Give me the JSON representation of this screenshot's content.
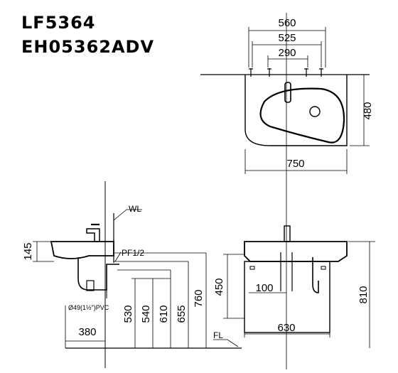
{
  "models": [
    "LF5364",
    "EH05362ADV"
  ],
  "top_view": {
    "widths": [
      "560",
      "525",
      "290"
    ],
    "depth": "480",
    "overall": "750"
  },
  "side_view": {
    "basin_thickness": "145",
    "wall_label": "WL",
    "trap_label": "PF1/2",
    "pipe_label": "Ø49(1½\")PVC",
    "depth": "380",
    "heights": [
      "530",
      "540",
      "610",
      "655",
      "760"
    ],
    "floor_label": "FL"
  },
  "front_view": {
    "cabinet_height": "450",
    "center": "100",
    "width": "630",
    "total_height": "810"
  }
}
